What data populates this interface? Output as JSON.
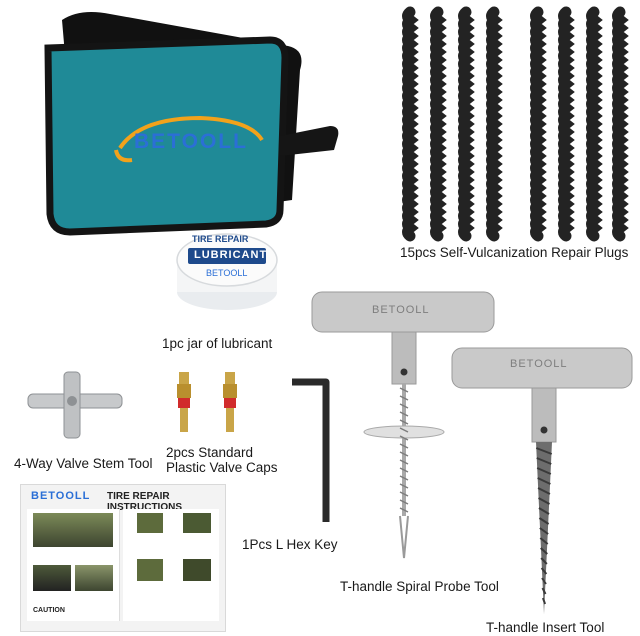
{
  "brand": "BETOOLL",
  "colors": {
    "bag": "#1f8a97",
    "bag_border": "#141414",
    "brand_blue": "#2b6fd6",
    "brand_orange": "#f2a21b",
    "metal": "#c9c9c9",
    "plug": "#232323"
  },
  "items": {
    "plugs": "15pcs Self-Vulcanization Repair Plugs",
    "lubricant": "1pc jar of lubricant",
    "valve_tool": "4-Way Valve Stem Tool",
    "valve_caps_line1": "2pcs Standard",
    "valve_caps_line2": "Plastic Valve Caps",
    "hex_key": "1Pcs L Hex Key",
    "probe_tool": "T-handle Spiral Probe Tool",
    "insert_tool": "T-handle Insert Tool"
  },
  "jar": {
    "line1": "TIRE REPAIR",
    "line2": "LUBRICANT",
    "brand": "BETOOLL"
  },
  "manual": {
    "title": "TIRE REPAIR INSTRUCTIONS",
    "brand": "BETOOLL",
    "caution": "CAUTION"
  },
  "handle_brand": "BETOOLL"
}
